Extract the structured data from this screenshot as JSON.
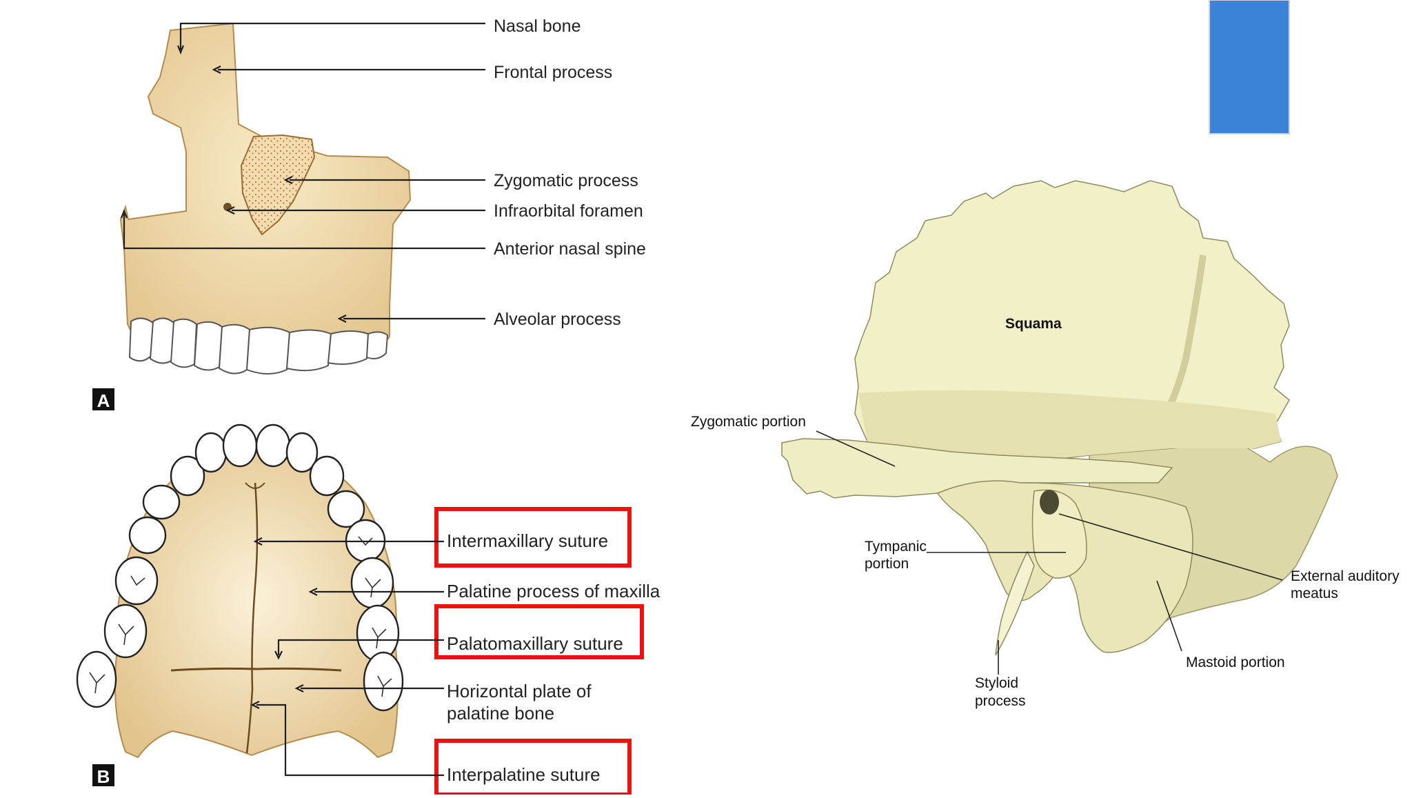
{
  "slide": {
    "accent_color": "#3c82d7",
    "highlight_color": "#ee1111"
  },
  "figure_a": {
    "panel_letter": "A",
    "labels": [
      "Nasal bone",
      "Frontal process",
      "Zygomatic process",
      "Infraorbital foramen",
      "Anterior nasal spine",
      "Alveolar process"
    ]
  },
  "figure_b": {
    "panel_letter": "B",
    "labels": {
      "intermaxillary": "Intermaxillary suture",
      "palatine_process": "Palatine process of maxilla",
      "palatomaxillary": "Palatomaxillary suture",
      "horizontal_plate_1": "Horizontal plate of",
      "horizontal_plate_2": "palatine bone",
      "interpalatine": "Interpalatine suture"
    }
  },
  "figure_temporal": {
    "labels": {
      "squama": "Squama",
      "zygomatic": "Zygomatic portion",
      "tympanic_1": "Tympanic",
      "tympanic_2": "portion",
      "external_1": "External auditory",
      "external_2": "meatus",
      "styloid_1": "Styloid",
      "styloid_2": "process",
      "mastoid": "Mastoid portion"
    }
  }
}
